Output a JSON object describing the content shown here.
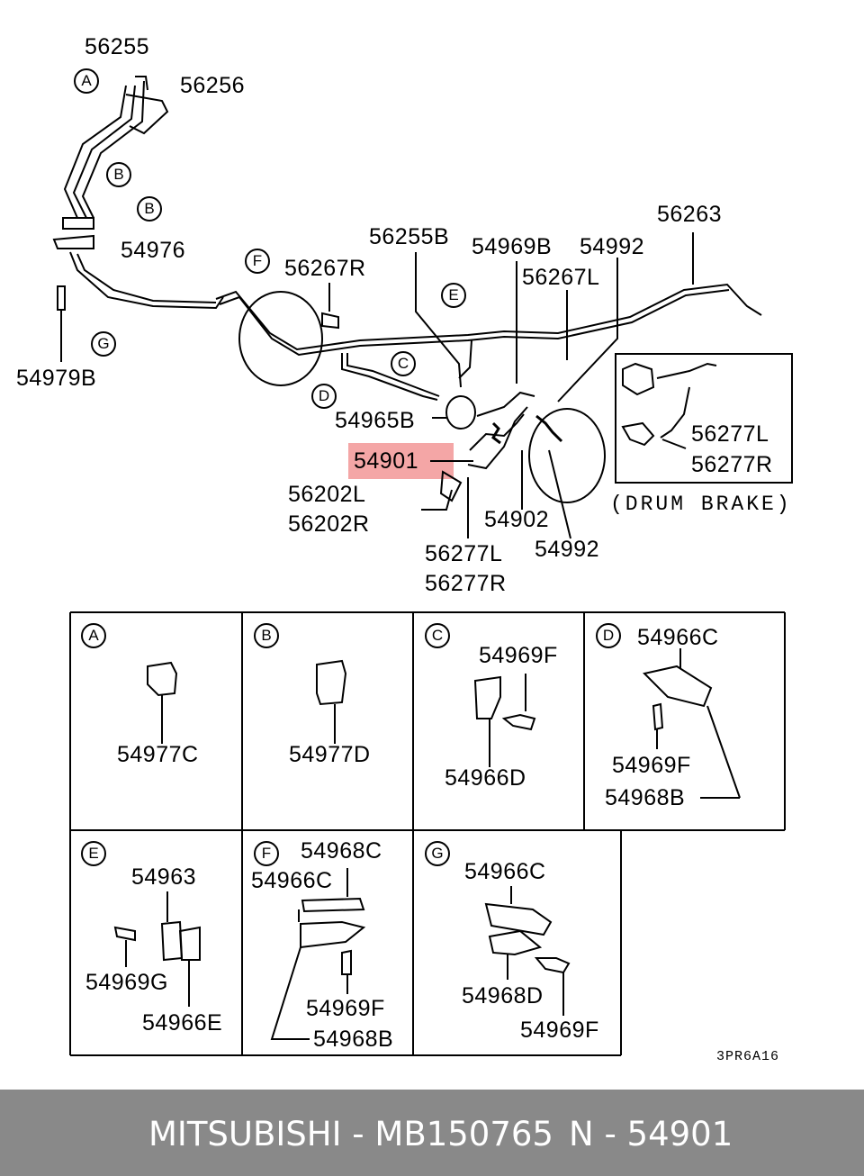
{
  "top_labels": {
    "p56255": "56255",
    "p56256": "56256",
    "p54976": "54976",
    "p54979B": "54979B",
    "p56267R": "56267R",
    "p56255B": "56255B",
    "p54969B": "54969B",
    "p54992_top": "54992",
    "p56263": "56263",
    "p56267L": "56267L",
    "p54965B": "54965B",
    "p54901": "54901",
    "p56202L": "56202L",
    "p56202R": "56202R",
    "p54902": "54902",
    "p54992_bottom": "54992",
    "p56277L_main": "56277L",
    "p56277R_main": "56277R",
    "p56277L_drum": "56277L",
    "p56277R_drum": "56277R",
    "drum_caption": "(DRUM BRAKE)"
  },
  "callouts": {
    "A1": "A",
    "B1": "B",
    "B2": "B",
    "F1": "F",
    "E1": "E",
    "G1": "G",
    "C1": "C",
    "D1": "D"
  },
  "details": {
    "A": {
      "letter": "A",
      "parts": [
        "54977C"
      ]
    },
    "B": {
      "letter": "B",
      "parts": [
        "54977D"
      ]
    },
    "C": {
      "letter": "C",
      "parts": [
        "54969F",
        "54966D"
      ]
    },
    "D": {
      "letter": "D",
      "parts": [
        "54966C",
        "54969F",
        "54968B"
      ]
    },
    "E": {
      "letter": "E",
      "parts": [
        "54963",
        "54969G",
        "54966E"
      ]
    },
    "F": {
      "letter": "F",
      "parts": [
        "54968C",
        "54966C",
        "54969F",
        "54968B"
      ]
    },
    "G": {
      "letter": "G",
      "parts": [
        "54966C",
        "54968D",
        "54969F"
      ]
    }
  },
  "drawing_code": "3PR6A16",
  "highlight_part": "54901",
  "footer": {
    "brand_part": "MITSUBISHI - MB150765",
    "position": "N - 54901"
  },
  "colors": {
    "highlight": "#f4a6a6",
    "footer_bg": "#898989",
    "footer_text": "#ffffff"
  }
}
